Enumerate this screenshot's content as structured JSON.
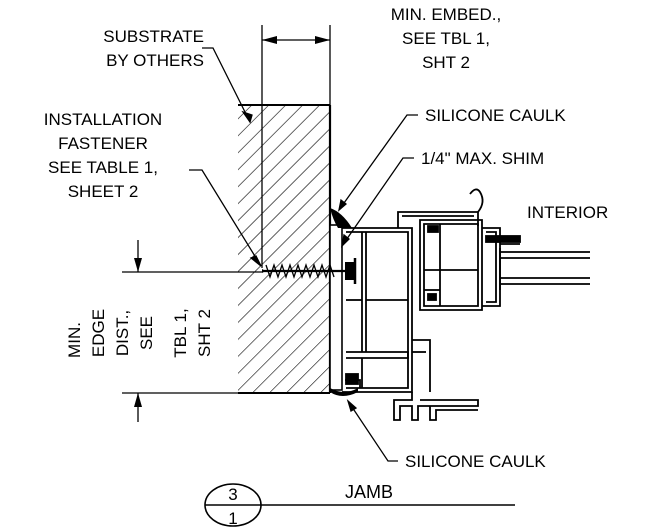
{
  "labels": {
    "substrate_1": "SUBSTRATE",
    "substrate_2": "BY OTHERS",
    "embed_1": "MIN. EMBED.,",
    "embed_2": "SEE TBL 1,",
    "embed_3": "SHT 2",
    "fastener_1": "INSTALLATION",
    "fastener_2": "FASTENER",
    "fastener_3": "SEE TABLE 1,",
    "fastener_4": "SHEET 2",
    "caulk_top": "SILICONE CAULK",
    "shim": "1/4\" MAX. SHIM",
    "interior": "INTERIOR",
    "edge_1": "MIN.",
    "edge_2": "EDGE",
    "edge_3": "DIST.,",
    "edge_4": "SEE",
    "edge_5": "TBL 1,",
    "edge_6": "SHT 2",
    "caulk_bottom": "SILICONE CAULK"
  },
  "title_block": {
    "detail_number": "3",
    "sheet_number": "1",
    "title": "JAMB"
  }
}
